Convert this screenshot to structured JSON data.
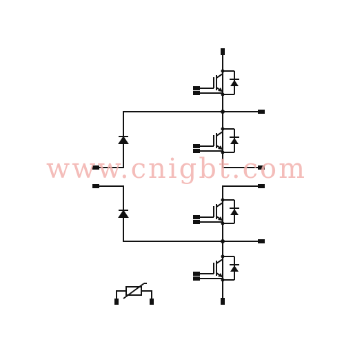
{
  "diagram": {
    "type": "circuit-schematic",
    "components": {
      "igbt_with_freewheel_diode": 4,
      "clamp_diode": 2,
      "ntc_thermistor": 1
    },
    "colors": {
      "wire": "#111111",
      "terminal": "#111111",
      "watermark": "#f3b2ae",
      "background": "#ffffff"
    }
  },
  "watermark": {
    "text": "www.cnigbt.com"
  }
}
